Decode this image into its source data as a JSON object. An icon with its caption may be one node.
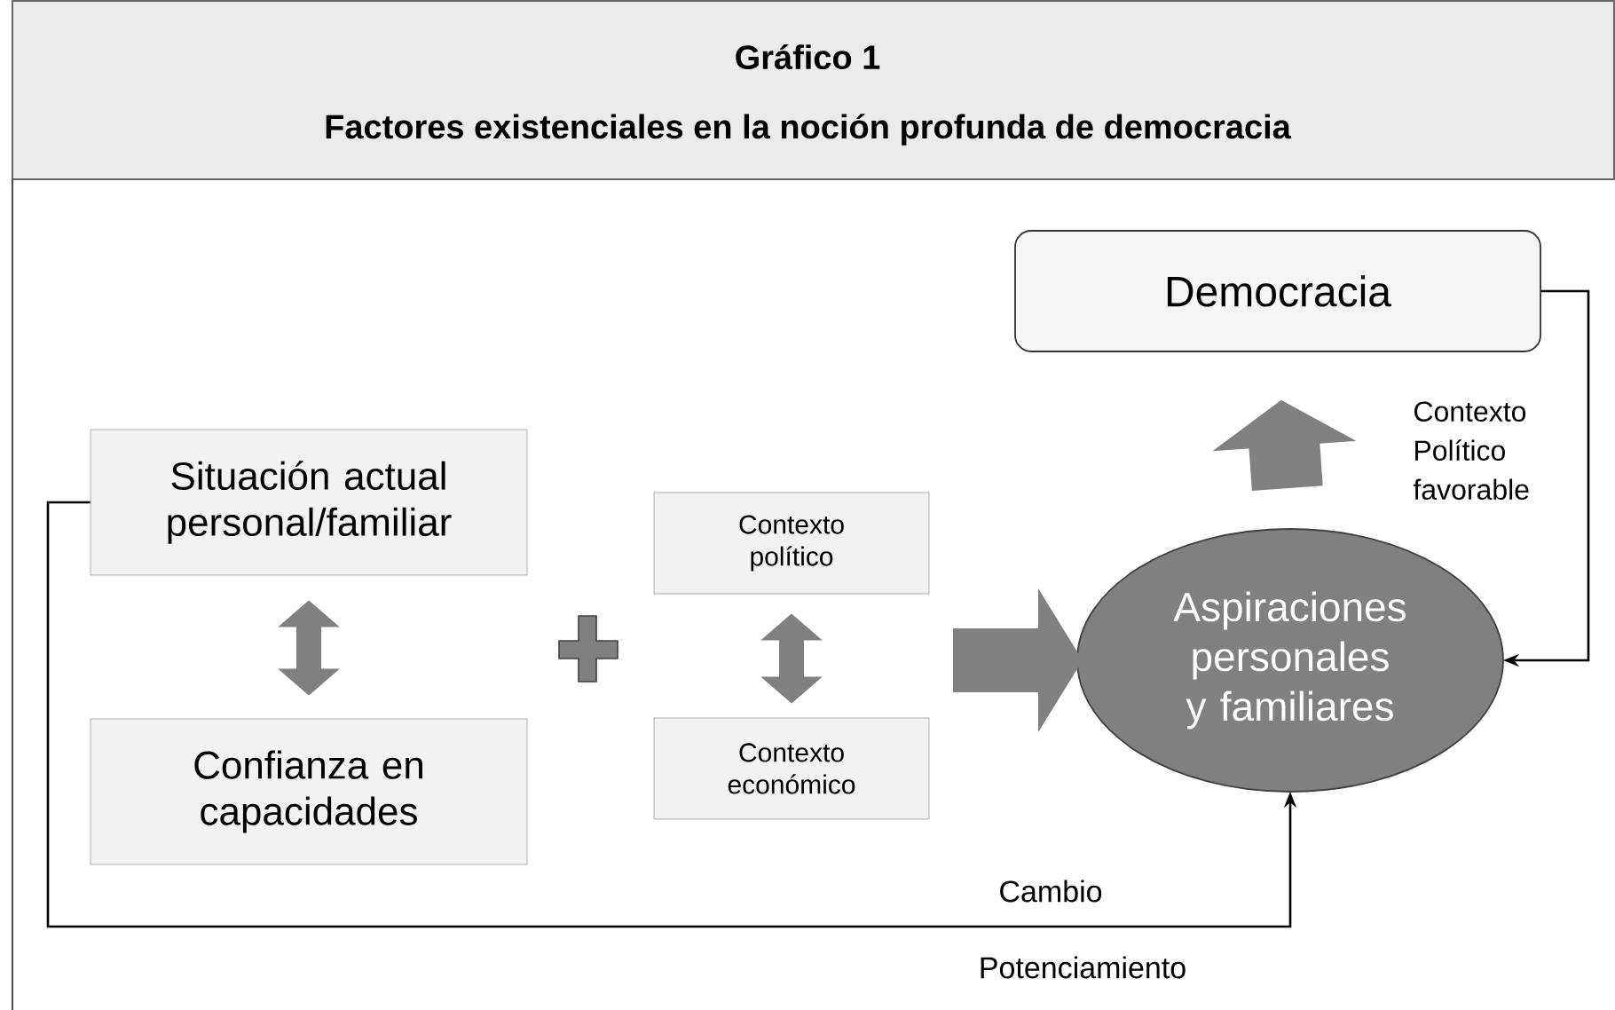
{
  "diagram": {
    "title": "Gráfico 1",
    "nodes": [
      {
        "text": [
          "Democracia"
        ]
      },
      {
        "text": [
          "Situación actual personal/familiar"
        ]
      },
      {
        "text": [
          "Confianza en capacidades"
        ]
      },
      {
        "text": [
          "Contexto político"
        ]
      },
      {
        "text": [
          "Contexto económico"
        ]
      },
      {
        "text": [
          "Aspiraciones personales y familiares"
        ]
      }
    ],
    "edges": [
      {
        "from": 1,
        "to": 2,
        "arrow": "both"
      },
      {
        "from": 3,
        "to": 4,
        "arrow": "both"
      },
      {
        "from": null,
        "to": 5,
        "arrow": "to",
        "style": "thick"
      },
      {
        "from": 5,
        "to": 0,
        "arrow": "to",
        "style": "thick"
      },
      {
        "from": 0,
        "to": 5,
        "arrow": "to",
        "label": "Contexto Político favorable",
        "color": "#000000"
      },
      {
        "from": 1,
        "to": 5,
        "arrow": "to",
        "label": "Cambio",
        "color": "#000000"
      }
    ],
    "labels": [
      "Factores existenciales en la noción profunda de democracia",
      "Potenciamiento"
    ]
  }
}
